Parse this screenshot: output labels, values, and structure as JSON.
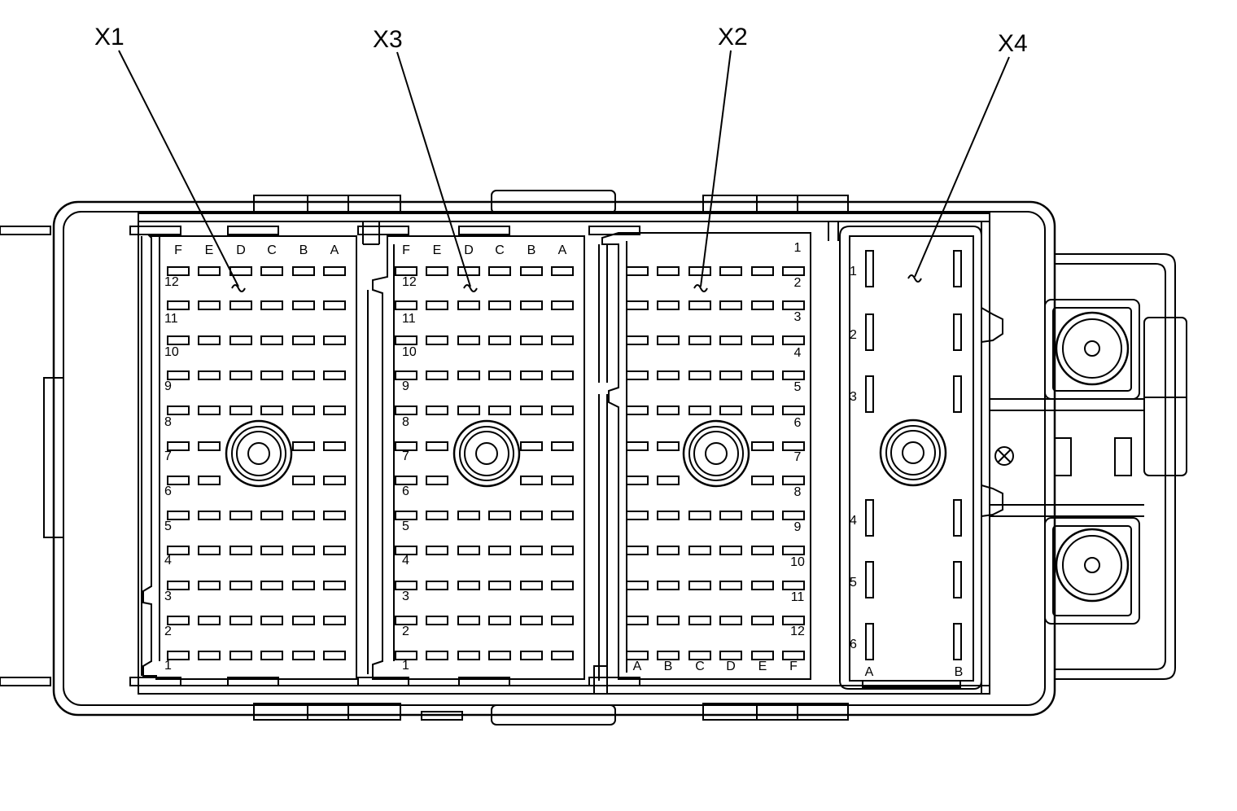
{
  "callouts": [
    "X1",
    "X3",
    "X2",
    "X4"
  ],
  "connectors": {
    "x1": {
      "columns": [
        "F",
        "E",
        "D",
        "C",
        "B",
        "A"
      ],
      "rows": [
        "12",
        "11",
        "10",
        "9",
        "8",
        "7",
        "6",
        "5",
        "4",
        "3",
        "2",
        "1"
      ]
    },
    "x3": {
      "columns": [
        "F",
        "E",
        "D",
        "C",
        "B",
        "A"
      ],
      "rows": [
        "12",
        "11",
        "10",
        "9",
        "8",
        "7",
        "6",
        "5",
        "4",
        "3",
        "2",
        "1"
      ]
    },
    "x2": {
      "columns": [
        "A",
        "B",
        "C",
        "D",
        "E",
        "F"
      ],
      "rows": [
        "1",
        "2",
        "3",
        "4",
        "5",
        "6",
        "7",
        "8",
        "9",
        "10",
        "11",
        "12"
      ]
    },
    "x4": {
      "columns": [
        "A",
        "B"
      ],
      "rows": [
        "1",
        "2",
        "3",
        "4",
        "5",
        "6"
      ]
    }
  }
}
